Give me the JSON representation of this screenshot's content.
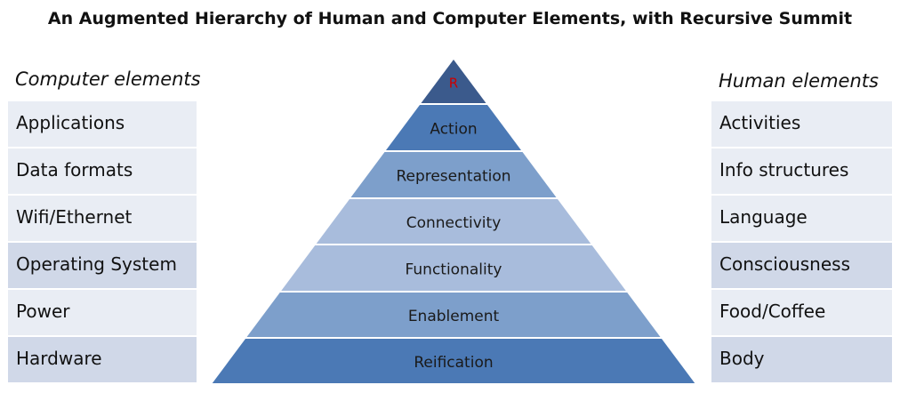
{
  "title": "An Augmented Hierarchy of Human and Computer Elements, with Recursive Summit",
  "computer": {
    "heading": "Computer elements",
    "items": [
      "Applications",
      "Data formats",
      "Wifi/Ethernet",
      "Operating System",
      "Power",
      "Hardware"
    ]
  },
  "human": {
    "heading": "Human elements",
    "items": [
      "Activities",
      "Info structures",
      "Language",
      "Consciousness",
      "Food/Coffee",
      "Body"
    ]
  },
  "pyramid": {
    "summit": {
      "label": "R",
      "fill": "#3b5a8c",
      "text_color": "#cc0000"
    },
    "tiers": [
      {
        "label": "Action",
        "fill": "#4b79b5"
      },
      {
        "label": "Representation",
        "fill": "#7d9fcb"
      },
      {
        "label": "Connectivity",
        "fill": "#a8bcdc"
      },
      {
        "label": "Functionality",
        "fill": "#a8bcdc"
      },
      {
        "label": "Enablement",
        "fill": "#7d9fcb"
      },
      {
        "label": "Reification",
        "fill": "#4b79b5"
      }
    ]
  }
}
